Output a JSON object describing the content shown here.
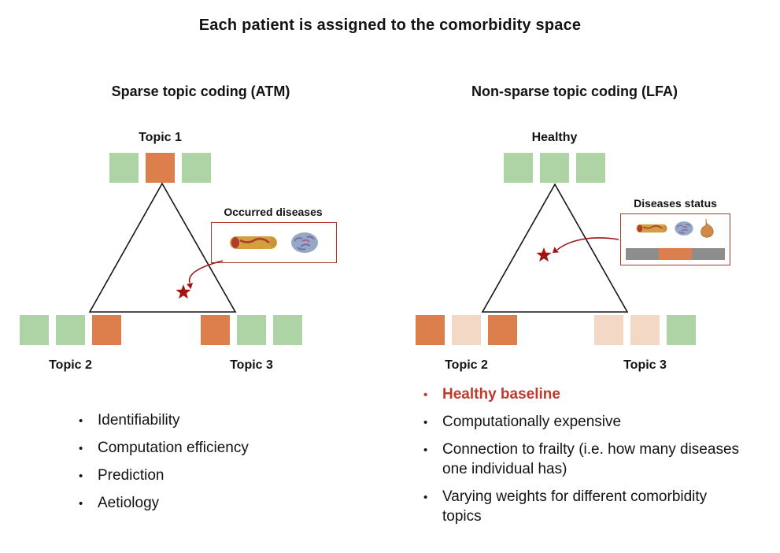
{
  "title": "Each patient is assigned to the comorbidity space",
  "colors": {
    "green": "#aed3a5",
    "orange": "#dc7f4d",
    "peach": "#f3d8c5",
    "gray": "#8d8d8d",
    "red_accent": "#a31515",
    "highlight_text": "#c0392b"
  },
  "left_panel": {
    "heading": "Sparse topic coding (ATM)",
    "top_label": "Topic 1",
    "bottom_left_label": "Topic 2",
    "bottom_right_label": "Topic 3",
    "top_squares": [
      "green",
      "orange",
      "green"
    ],
    "bottom_left_squares": [
      "green",
      "green",
      "orange"
    ],
    "bottom_right_squares": [
      "orange",
      "green",
      "green"
    ],
    "annotation": {
      "label": "Occurred diseases",
      "icons": [
        "artery-icon",
        "brain-icon"
      ]
    },
    "bullets": [
      {
        "text": "Identifiability"
      },
      {
        "text": "Computation efficiency"
      },
      {
        "text": "Prediction"
      },
      {
        "text": "Aetiology"
      }
    ]
  },
  "right_panel": {
    "heading": "Non-sparse topic coding (LFA)",
    "top_label": "Healthy",
    "bottom_left_label": "Topic 2",
    "bottom_right_label": "Topic 3",
    "top_squares": [
      "green",
      "green",
      "green"
    ],
    "bottom_left_squares": [
      "orange",
      "peach",
      "orange"
    ],
    "bottom_right_squares": [
      "peach",
      "peach",
      "green"
    ],
    "annotation": {
      "label": "Diseases status",
      "icons": [
        "artery-icon",
        "brain-icon",
        "stomach-icon"
      ],
      "status_bar": [
        "gray",
        "orange",
        "gray"
      ]
    },
    "bullets": [
      {
        "text": "Healthy baseline",
        "highlight": true
      },
      {
        "text": "Computationally expensive"
      },
      {
        "text": "Connection to frailty (i.e. how many diseases one individual has)"
      },
      {
        "text": "Varying weights for different comorbidity topics"
      }
    ]
  }
}
